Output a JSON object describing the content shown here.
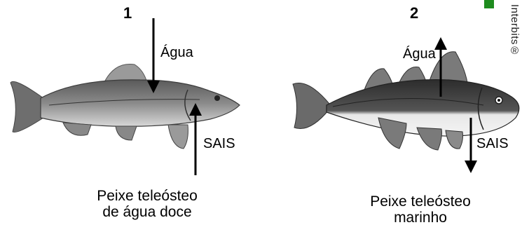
{
  "panel1": {
    "number": "1",
    "water_label": "Água",
    "salts_label": "SAIS",
    "caption_line1": "Peixe teleósteo",
    "caption_line2": "de água doce"
  },
  "panel2": {
    "number": "2",
    "water_label": "Água",
    "salts_label": "SAIS",
    "caption_line1": "Peixe teleósteo",
    "caption_line2": "marinho"
  },
  "watermark": "Interbits®",
  "colors": {
    "corner_square": "#1e8c1e",
    "arrow": "#000000"
  },
  "icons": {
    "fish1": "freshwater-fish-icon",
    "fish2": "marine-fish-icon"
  }
}
